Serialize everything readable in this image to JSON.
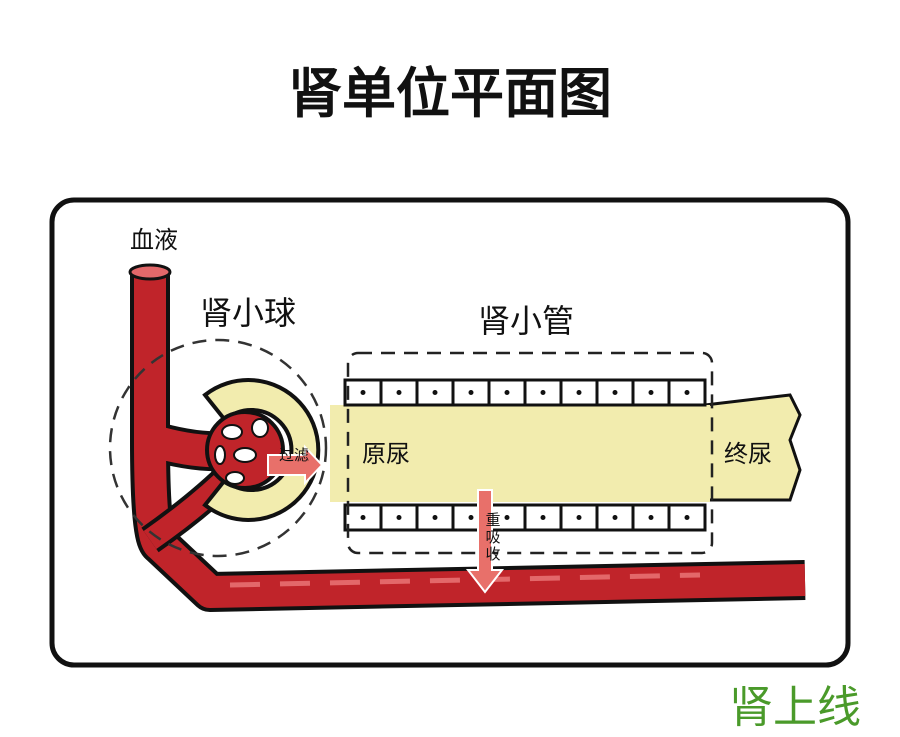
{
  "title": "肾单位平面图",
  "labels": {
    "blood": "血液",
    "glomerulus": "肾小球",
    "tubule": "肾小管",
    "filtration": "过滤",
    "primary_urine": "原尿",
    "final_urine": "终尿",
    "reabsorption": [
      "重",
      "吸",
      "收"
    ]
  },
  "watermark": "肾上线",
  "colors": {
    "vessel": "#c0242a",
    "vessel_highlight": "#e3686a",
    "fluid": "#f2ecae",
    "arrow": "#e8706a",
    "watermark": "#4a9a2a"
  }
}
